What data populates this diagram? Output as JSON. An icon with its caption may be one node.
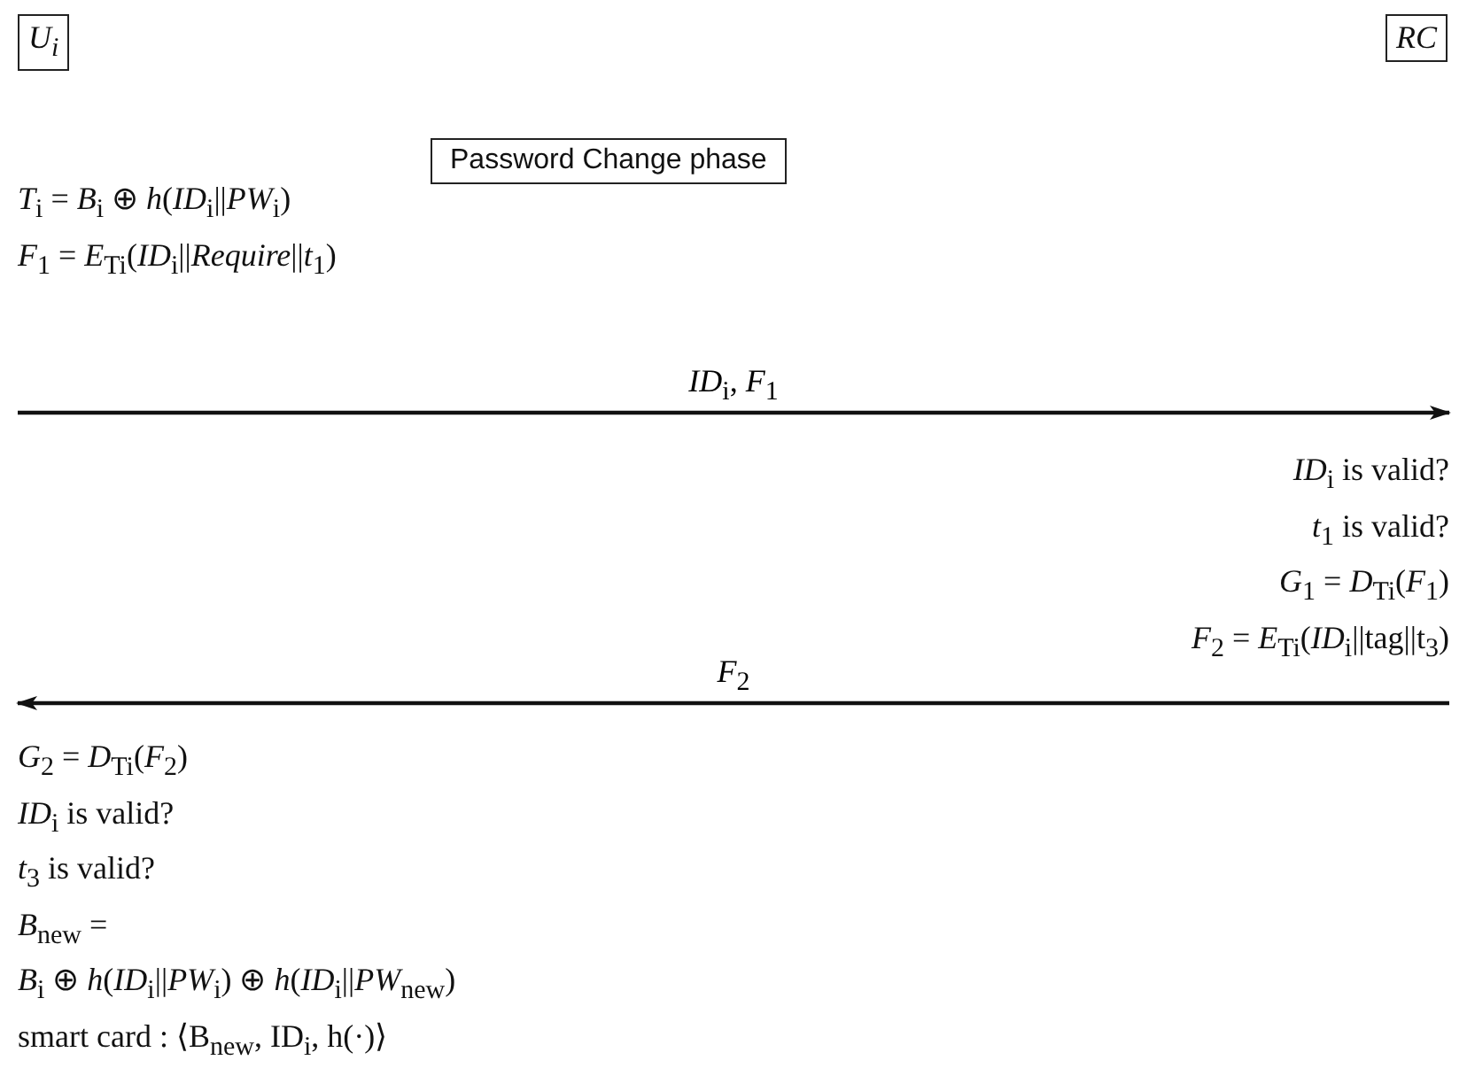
{
  "diagram": {
    "nodes": [
      {
        "text": [
          "U$_{i}$"
        ]
      },
      {
        "text": [
          "RC"
        ]
      },
      {
        "text": [
          "Password Change phase"
        ]
      },
      {
        "text": [
          "*T*$_{i}$ = *B*$_{i}$ ⊕ *h*(*ID*$_{i}$||*PW*$_{i}$)",
          "*F*$_{1}$ = *E*$_{Ti}$(*ID*$_{i}$||*Require*||*t*$_{1}$)"
        ]
      },
      {
        "text": [
          "*ID*$_{i}$ is valid?",
          "*t*$_{1}$ is valid?",
          "*G*$_{1}$ = *D*$_{Ti}$(*F*$_{1}$)",
          "*F*$_{2}$ = *E*$_{Ti}$(*ID*$_{i}$||tag||t$_{3}$)"
        ]
      },
      {
        "text": [
          "*G*$_{2}$ = *D*$_{Ti}$(*F*$_{2}$)",
          "*ID*$_{i}$ is valid?",
          "*t*$_{3}$ is valid?",
          "*B*$_{new}$ =",
          "*B*$_{i}$ ⊕ *h*(*ID*$_{i}$||*PW*$_{i}$) ⊕ *h*(*ID*$_{i}$||*PW*$_{new}$)",
          "smart card : ⟨B$_{new}$, ID$_{i}$, h(·)⟩"
        ]
      }
    ],
    "edges": [
      {
        "from": 3,
        "to": 4,
        "arrow": "to",
        "label": "*ID*$_{i}$, *F*$_{1}$"
      },
      {
        "from": 4,
        "to": 5,
        "arrow": "to",
        "label": "*F*$_{2}$"
      }
    ]
  }
}
